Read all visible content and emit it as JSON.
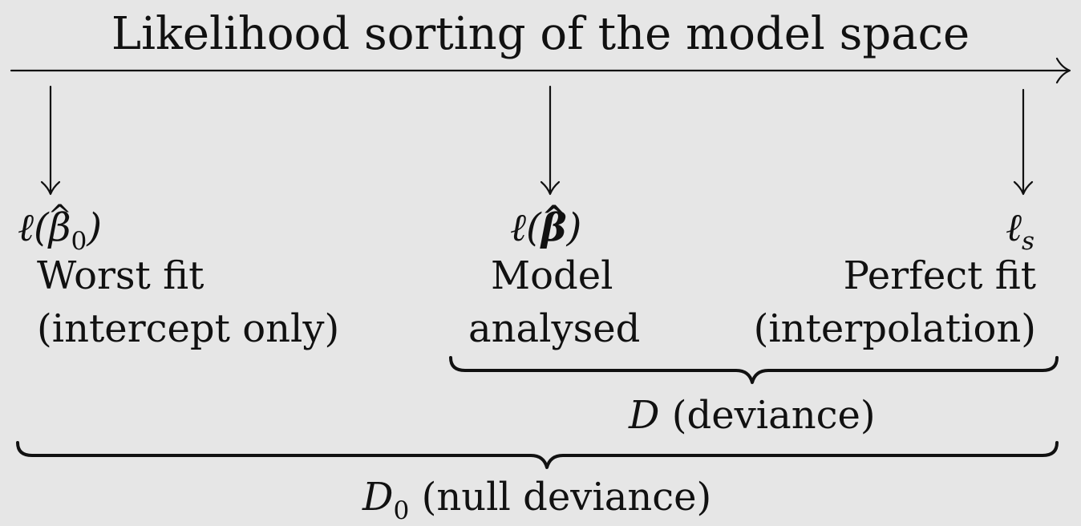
{
  "title": "Likelihood sorting of the model space",
  "points": {
    "worst": {
      "loglik": "ℓ(β̂₀)",
      "label": "Worst fit",
      "sublabel": "(intercept only)"
    },
    "model": {
      "loglik": "ℓ(β̂)",
      "label": "Model",
      "sublabel": "analysed"
    },
    "perfect": {
      "loglik": "ℓₛ",
      "label": "Perfect fit",
      "sublabel": "(interpolation)"
    }
  },
  "braces": {
    "deviance": {
      "symbol": "D",
      "text": "(deviance)"
    },
    "null_deviance": {
      "symbol": "D",
      "subscript": "0",
      "text": "(null deviance)"
    }
  },
  "colors": {
    "background": "#e6e6e6",
    "ink": "#111111"
  }
}
